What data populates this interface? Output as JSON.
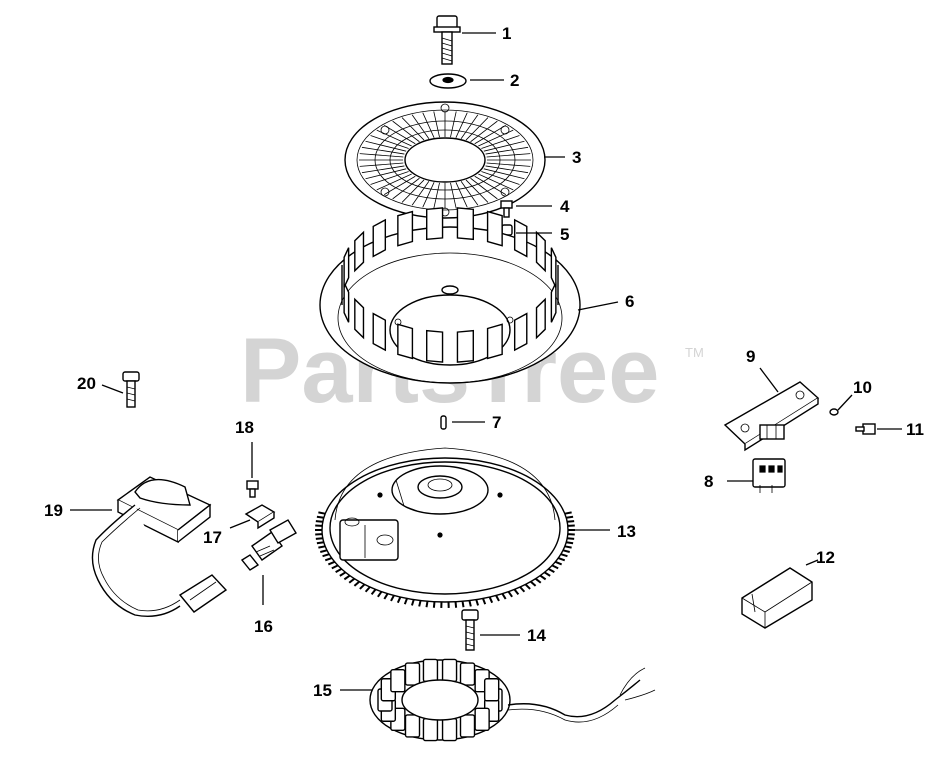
{
  "watermark": {
    "text": "PartsTree",
    "trademark": "TM"
  },
  "callouts": [
    {
      "id": "part-1",
      "label": "1"
    },
    {
      "id": "part-2",
      "label": "2"
    },
    {
      "id": "part-3",
      "label": "3"
    },
    {
      "id": "part-4",
      "label": "4"
    },
    {
      "id": "part-5",
      "label": "5"
    },
    {
      "id": "part-6",
      "label": "6"
    },
    {
      "id": "part-7",
      "label": "7"
    },
    {
      "id": "part-8",
      "label": "8"
    },
    {
      "id": "part-9",
      "label": "9"
    },
    {
      "id": "part-10",
      "label": "10"
    },
    {
      "id": "part-11",
      "label": "11"
    },
    {
      "id": "part-12",
      "label": "12"
    },
    {
      "id": "part-13",
      "label": "13"
    },
    {
      "id": "part-14",
      "label": "14"
    },
    {
      "id": "part-15",
      "label": "15"
    },
    {
      "id": "part-16",
      "label": "16"
    },
    {
      "id": "part-17",
      "label": "17"
    },
    {
      "id": "part-18",
      "label": "18"
    },
    {
      "id": "part-19",
      "label": "19"
    },
    {
      "id": "part-20",
      "label": "20"
    }
  ]
}
